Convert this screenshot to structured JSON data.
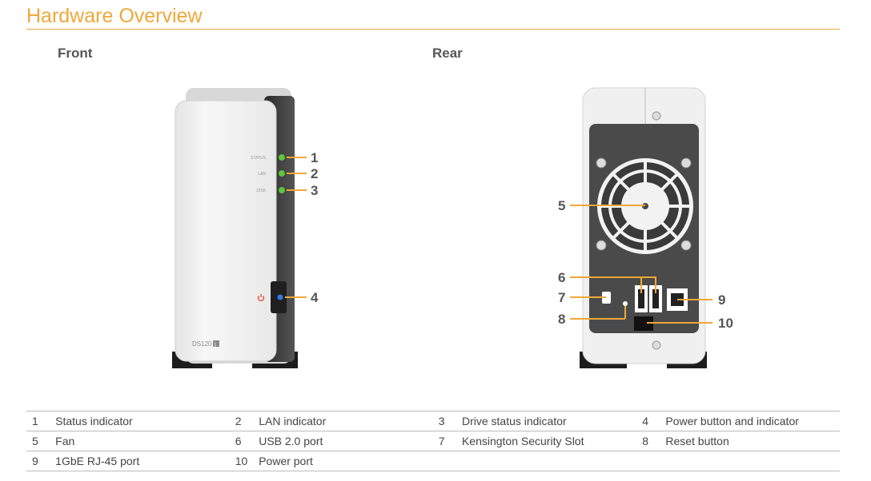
{
  "title": "Hardware Overview",
  "front": {
    "label": "Front",
    "led_labels": [
      "STATUS",
      "LAN",
      "DISK"
    ],
    "model": "DS120",
    "model_suffix": "j",
    "callouts": [
      "1",
      "2",
      "3",
      "4"
    ]
  },
  "rear": {
    "label": "Rear",
    "callouts": [
      "5",
      "6",
      "7",
      "8",
      "9",
      "10"
    ]
  },
  "legend": [
    [
      {
        "num": "1",
        "label": "Status indicator"
      },
      {
        "num": "2",
        "label": "LAN indicator"
      },
      {
        "num": "3",
        "label": "Drive status indicator"
      },
      {
        "num": "4",
        "label": "Power button and indicator"
      }
    ],
    [
      {
        "num": "5",
        "label": "Fan"
      },
      {
        "num": "6",
        "label": "USB 2.0 port"
      },
      {
        "num": "7",
        "label": "Kensington Security Slot"
      },
      {
        "num": "8",
        "label": "Reset button"
      }
    ],
    [
      {
        "num": "9",
        "label": "1GbE RJ-45 port"
      },
      {
        "num": "10",
        "label": "Power port"
      },
      {
        "num": "",
        "label": ""
      },
      {
        "num": "",
        "label": ""
      }
    ]
  ],
  "colors": {
    "accent": "#f0a73a",
    "led_green": "#5ec43a",
    "led_blue": "#2a7de1",
    "power_red": "#e8452e"
  }
}
